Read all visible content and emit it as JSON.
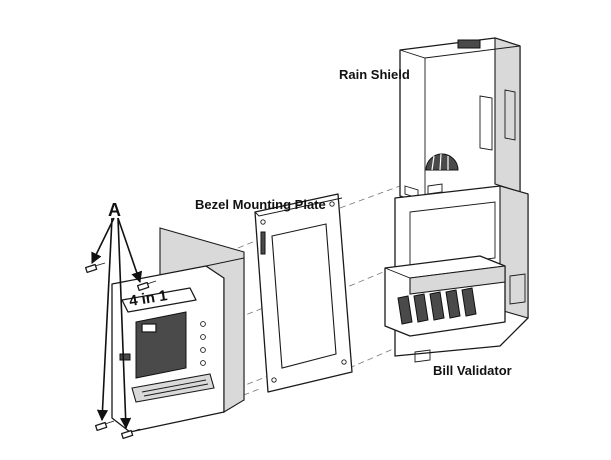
{
  "labels": {
    "a": "A",
    "rain_shield": "Rain Shield",
    "bezel_mounting_plate": "Bezel Mounting Plate",
    "bill_validator": "Bill Validator",
    "bezel_badge": "4 in 1"
  }
}
